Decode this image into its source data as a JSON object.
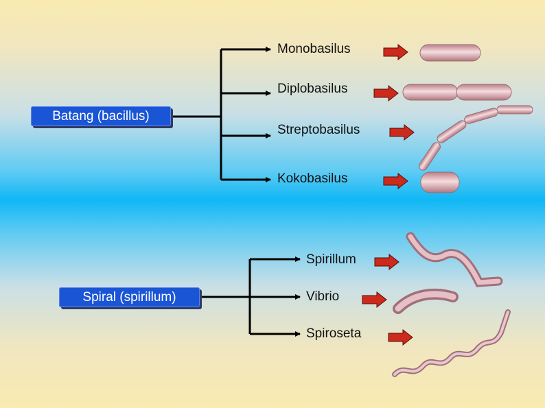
{
  "bacillus": {
    "label": "Batang (bacillus)",
    "types": [
      "Monobasilus",
      "Diplobasilus",
      "Streptobasilus",
      "Kokobasilus"
    ]
  },
  "spirillum": {
    "label": "Spiral (spirillum)",
    "types": [
      "Spirillum",
      "Vibrio",
      "Spiroseta"
    ]
  },
  "colors": {
    "box_fill": "#1a55d6",
    "arrow": "#cc2a1c",
    "bacteria": "#d9a0a5"
  }
}
